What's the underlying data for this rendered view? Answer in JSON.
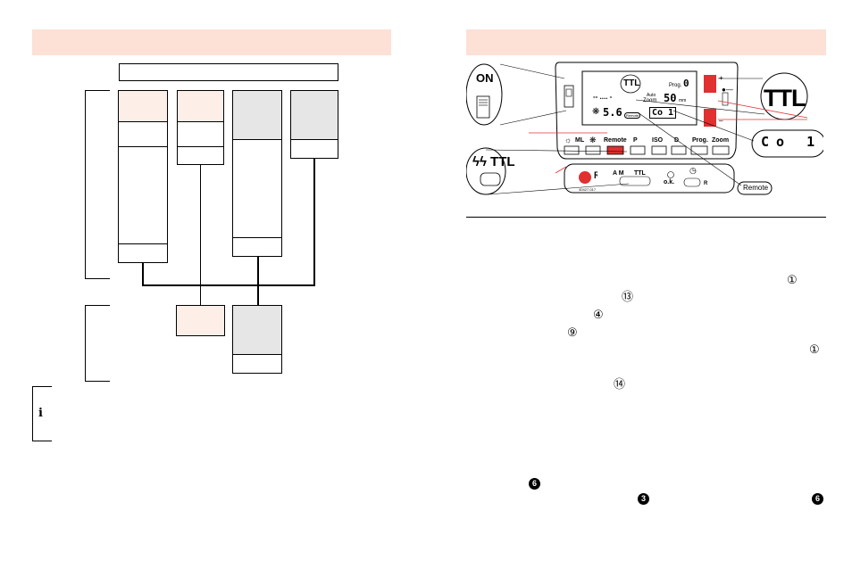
{
  "left_panel": {
    "info_icon_glyph": "i"
  },
  "flash_figure": {
    "on_label": "ON",
    "ttl_label": "TTL",
    "ttl_flash_label": "ϟϟ TTL",
    "lcd": {
      "ttl_badge": "TTL",
      "prog_label": "Prog.",
      "prog_value": "0",
      "auto_label": "Auto",
      "zoom_label": "Zoom",
      "zoom_value": "50",
      "zoom_unit": "mm",
      "aperture_value": "5.6",
      "remote_badge": "Remote",
      "co_display": "Co 1",
      "dots": "-- .... -"
    },
    "buttons_labels": [
      "ML",
      "Remote",
      "P",
      "ISO",
      "D",
      "Prog.",
      "Zoom"
    ],
    "base_labels": {
      "am": "A M",
      "ttl": "TTL",
      "ok": "o.k.",
      "r": "R",
      "serial": "40427-017"
    },
    "callout_co": "Co 1",
    "callout_remote": "Remote",
    "plus": "+",
    "minus": "–"
  },
  "text_refs": {
    "r1": "①",
    "r13": "⑬",
    "r4": "④",
    "r9": "⑨",
    "r1b": "①",
    "r14": "⑭",
    "b6a": "6",
    "b3": "3",
    "b6b": "6"
  },
  "colors": {
    "header_band": "#fde0d6",
    "accent_red": "#e03030",
    "pink_box": "#fdeee8",
    "grey_box": "#e6e6e6"
  }
}
